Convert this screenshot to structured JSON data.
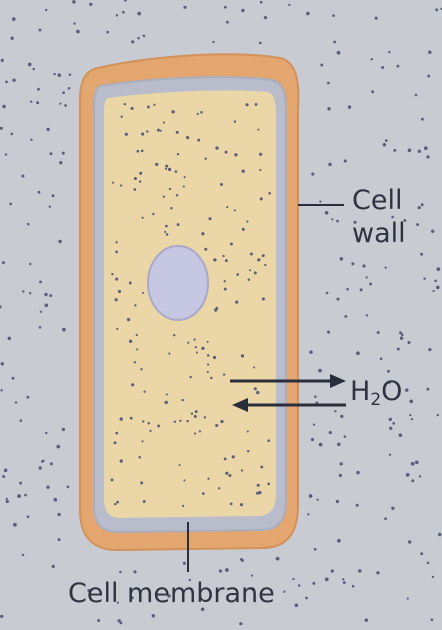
{
  "labels": {
    "cell_wall": [
      "Cell",
      "wall"
    ],
    "water": {
      "symbol": "H",
      "subscript": "2",
      "suffix": "O"
    },
    "cell_membrane": "Cell membrane"
  },
  "colors": {
    "surrounding": "#c9cbd2",
    "cell_wall": "#e3a66f",
    "membrane": "#b8bccb",
    "cytoplasm": "#ead6a6",
    "nucleus": "#c6c7e2",
    "particles": "#5b6078",
    "arrows": "#2a2e3a"
  }
}
